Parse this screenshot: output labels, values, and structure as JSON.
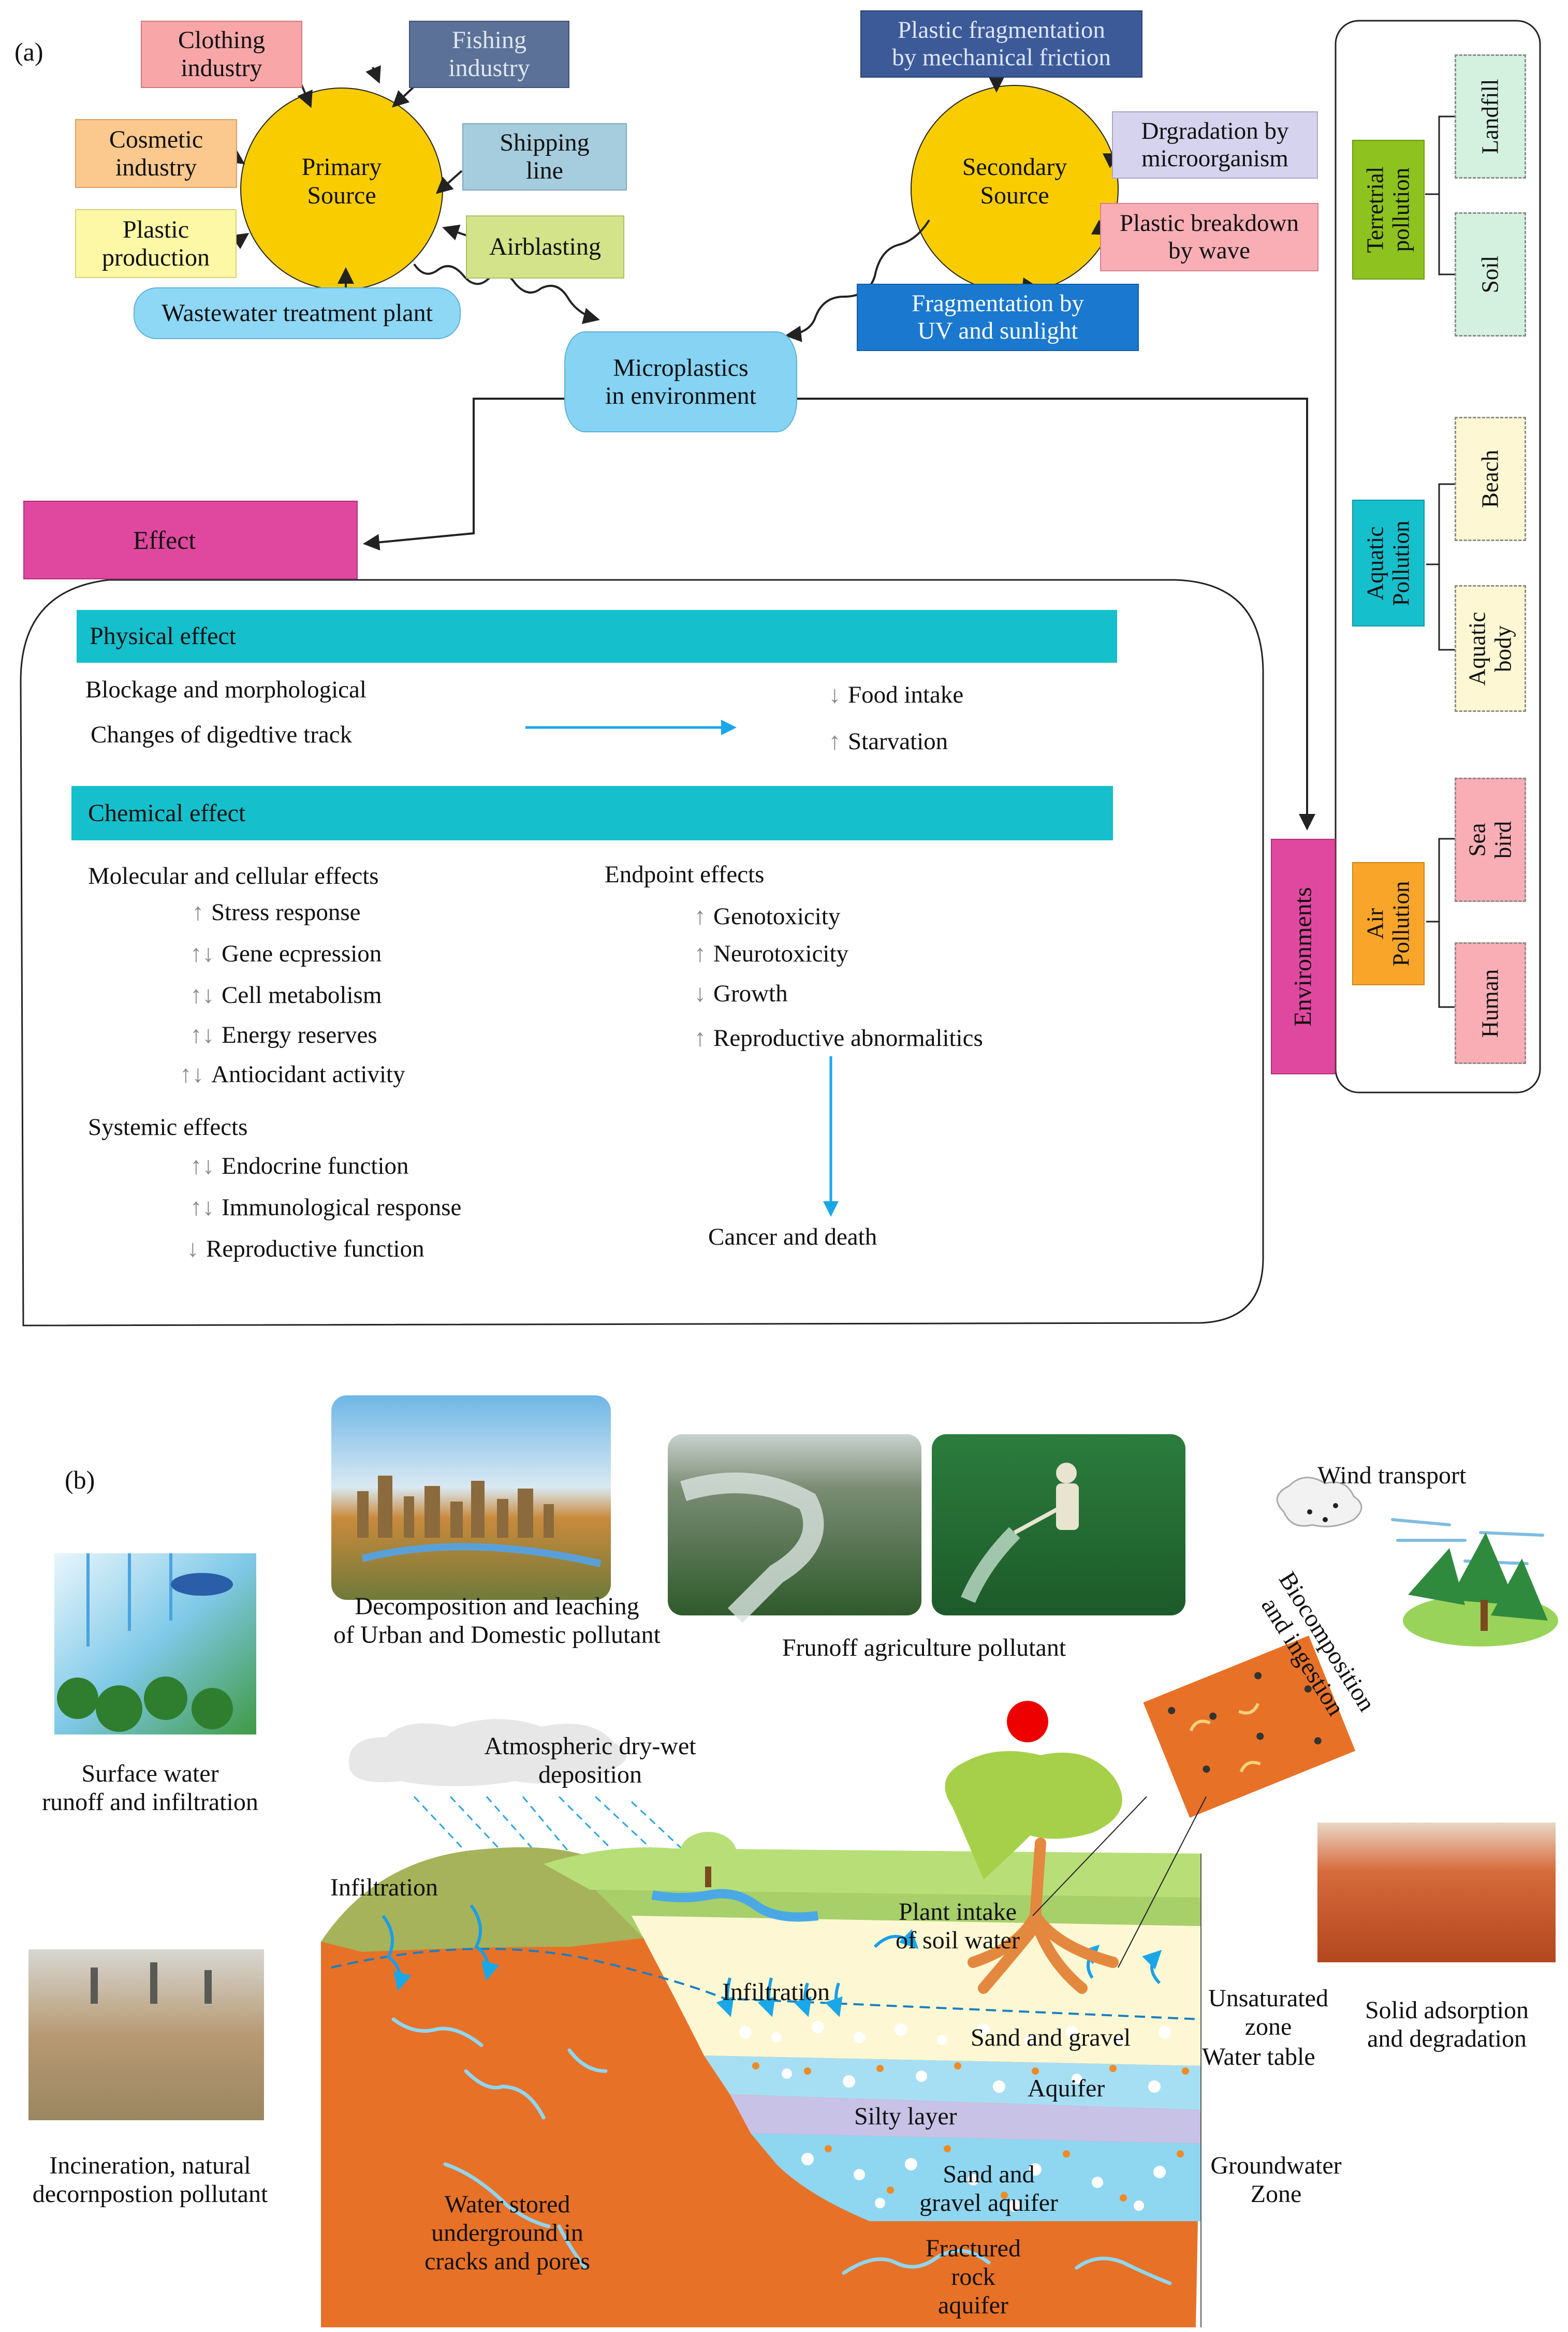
{
  "panel_a": {
    "label": "(a)",
    "primary_source": "Primary\nSource",
    "primary_inputs": {
      "clothing": "Clothing\nindustry",
      "fishing": "Fishing\nindustry",
      "cosmetic": "Cosmetic\nindustry",
      "shipping": "Shipping\nline",
      "plastic_production": "Plastic\nproduction",
      "airblasting": "Airblasting",
      "wastewater": "Wastewater treatment plant"
    },
    "secondary_source": "Secondary\nSource",
    "secondary_inputs": {
      "mechanical": "Plastic fragmentation\nby mechanical friction",
      "microorganism": "Drgradation by\nmicroorganism",
      "wave": "Plastic breakdown\nby wave",
      "uv": "Fragmentation    by\nUV     and     sunlight"
    },
    "microplastics": "Microplastics\nin environment",
    "effect_title": "Effect",
    "physical": {
      "header": "Physical effect",
      "cause_line1": "Blockage and morphological",
      "cause_line2": "Changes of digedtive track",
      "outcome1": "Food intake",
      "outcome1_arrow": "↓",
      "outcome2": "Starvation",
      "outcome2_arrow": "↑"
    },
    "chemical": {
      "header": "Chemical effect",
      "molecular_title": "Molecular and cellular effects",
      "molecular": [
        {
          "arrow": "↑",
          "text": "Stress response"
        },
        {
          "arrow": "↑↓",
          "text": "Gene ecpression"
        },
        {
          "arrow": "↑↓",
          "text": "Cell metabolism"
        },
        {
          "arrow": "↑↓",
          "text": "Energy reserves"
        },
        {
          "arrow": "↑↓",
          "text": "Antiocidant activity"
        }
      ],
      "systemic_title": "Systemic effects",
      "systemic": [
        {
          "arrow": "↑↓",
          "text": "Endocrine function"
        },
        {
          "arrow": "↑↓",
          "text": "Immunological response"
        },
        {
          "arrow": "↓",
          "text": "Reproductive function"
        }
      ],
      "endpoint_title": "Endpoint effects",
      "endpoint": [
        {
          "arrow": "↑",
          "text": "Genotoxicity"
        },
        {
          "arrow": "↑",
          "text": "Neurotoxicity"
        },
        {
          "arrow": "↓",
          "text": "Growth"
        },
        {
          "arrow": "↑",
          "text": "Reproductive abnormalitics"
        }
      ],
      "final": "Cancer and death"
    },
    "environments": {
      "title": "Environments",
      "terrestrial": "Terretrial\npollution",
      "landfill": "Landfill",
      "soil": "Soil",
      "aquatic": "Aquatic\nPollution",
      "beach": "Beach",
      "aquatic_body": "Aquatic\nbody",
      "air": "Air\nPollution",
      "sea_bird": "Sea bird",
      "human": "Human"
    }
  },
  "panel_b": {
    "label": "(b)",
    "urban": "Decomposition and leaching\nof Urban and Domestic pollutant",
    "agriculture": "Frunoff agriculture pollutant",
    "wind": "Wind transport",
    "bio": "Biocomposition\nand ingestion",
    "surface": "Surface water\nrunoff and infiltration",
    "atmospheric": "Atmospheric dry-wet\ndeposition",
    "infiltration_left": "Infiltration",
    "plant": "Plant intake\nof soil water",
    "infiltration_mid": "Infiltration",
    "sand_gravel": "Sand and gravel",
    "unsaturated": "Unsaturated\nzone",
    "water_table": "Water table",
    "solid": "Solid adsorption\nand degradation",
    "aquifer": "Aquifer",
    "silty": "Silty layer",
    "groundwater": "Groundwater\nZone",
    "sand_gravel_aquifer": "Sand and\ngravel aquifer",
    "incineration": "Incineration, natural\ndecornpostion pollutant",
    "water_stored": "Water stored\nunderground in\ncracks and pores",
    "fractured": "Fractured\nrock\naquifer"
  },
  "colors": {
    "sun_yellow": "#f9cc00",
    "teal_header": "#16bfcc",
    "magenta": "#e0489f",
    "light_blue": "#78d2f2",
    "terrain_orange": "#e87128"
  }
}
